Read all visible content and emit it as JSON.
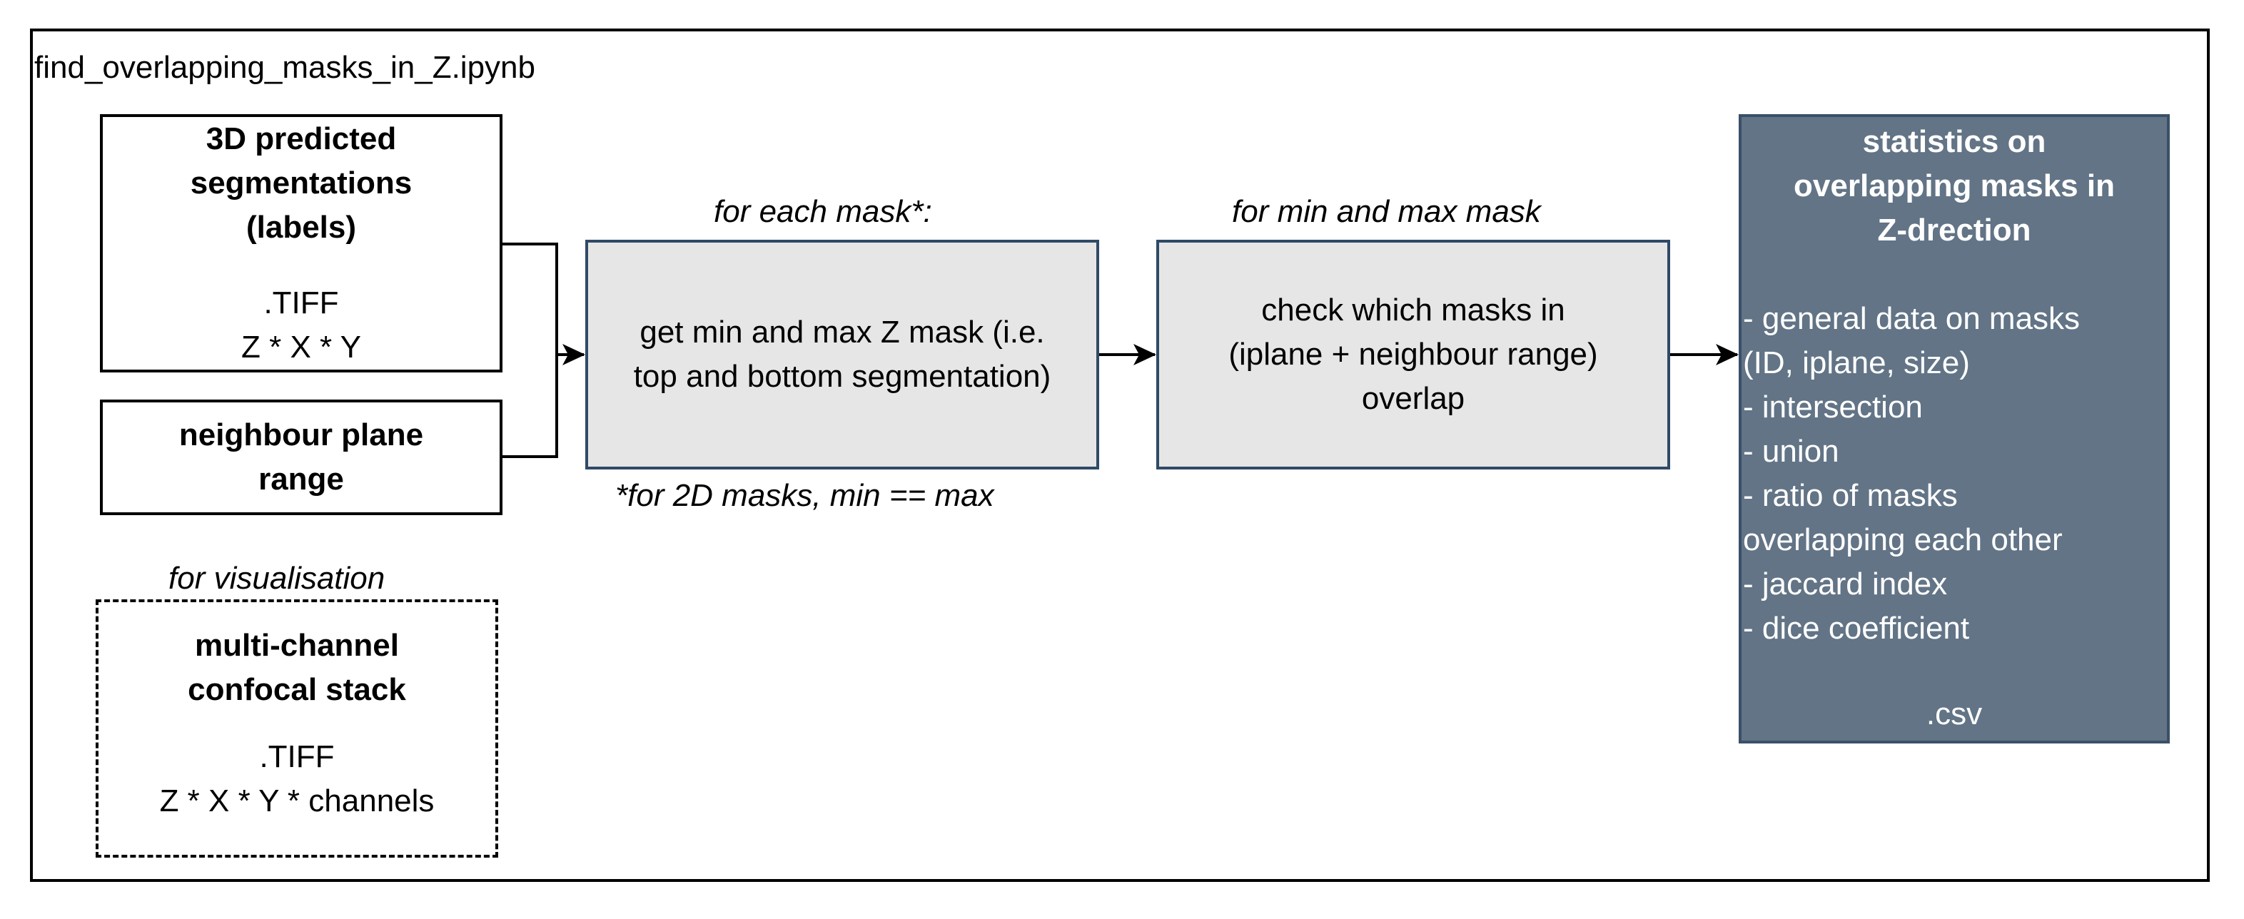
{
  "frame": {
    "title": "find_overlapping_masks_in_Z.ipynb"
  },
  "inputs": {
    "labels": {
      "title_lines": [
        "3D predicted",
        "segmentations",
        "(labels)"
      ],
      "format": ".TIFF",
      "dims": "Z * X * Y"
    },
    "neighbour": {
      "title_lines": [
        "neighbour plane",
        "range"
      ]
    },
    "stack": {
      "caption": "for visualisation",
      "title_lines": [
        "multi-channel",
        "confocal stack"
      ],
      "format": ".TIFF",
      "dims": "Z * X * Y * channels"
    }
  },
  "step1": {
    "caption": "for each mask*:",
    "text_lines": [
      "get min and max Z mask (i.e.",
      "top and bottom segmentation)"
    ],
    "footnote": "*for 2D masks, min == max"
  },
  "step2": {
    "caption": "for min and max mask",
    "text_lines": [
      "check which masks in",
      "(iplane + neighbour range)",
      "overlap"
    ]
  },
  "output": {
    "title_lines": [
      "statistics on",
      "overlapping masks in",
      "Z-drection"
    ],
    "items": [
      "- general data on masks",
      "(ID, iplane, size)",
      "- intersection",
      "- union",
      "- ratio of masks",
      "overlapping each other",
      "- jaccard index",
      "- dice coefficient"
    ],
    "format": ".csv"
  },
  "colors": {
    "step_fill": "#e6e6e6",
    "step_border": "#2f4a66",
    "output_fill": "#627486",
    "output_border": "#3b5068"
  }
}
